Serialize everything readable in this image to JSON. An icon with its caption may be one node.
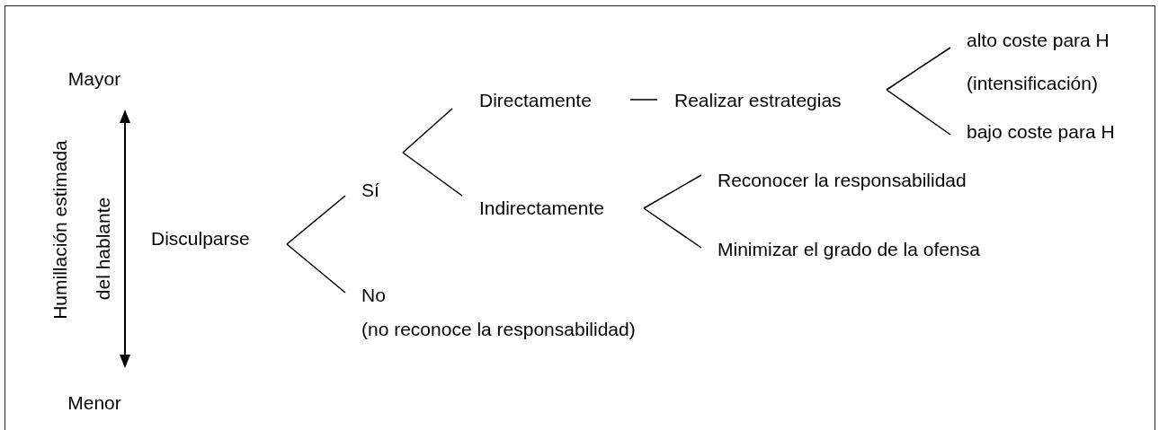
{
  "diagram": {
    "nodes": [
      {
        "text": [
          "Disculparse"
        ]
      },
      {
        "text": [
          "Sí"
        ]
      },
      {
        "text": [
          "No",
          "(no reconoce la responsabilidad)"
        ]
      },
      {
        "text": [
          "Directamente"
        ]
      },
      {
        "text": [
          "Indirectamente"
        ]
      },
      {
        "text": [
          "Realizar estrategias"
        ]
      },
      {
        "text": [
          "alto coste para H (intensificación)"
        ]
      },
      {
        "text": [
          "bajo coste para H"
        ]
      },
      {
        "text": [
          "Reconocer la responsabilidad"
        ]
      },
      {
        "text": [
          "Minimizar el grado de la ofensa"
        ]
      }
    ],
    "edges": [
      {
        "from": 0,
        "to": 1,
        "arrow": "none"
      },
      {
        "from": 0,
        "to": 2,
        "arrow": "none"
      },
      {
        "from": 1,
        "to": 3,
        "arrow": "none"
      },
      {
        "from": 1,
        "to": 4,
        "arrow": "none"
      },
      {
        "from": 3,
        "to": 5,
        "arrow": "none"
      },
      {
        "from": 5,
        "to": 6,
        "arrow": "none"
      },
      {
        "from": 5,
        "to": 7,
        "arrow": "none"
      },
      {
        "from": 4,
        "to": 8,
        "arrow": "none"
      },
      {
        "from": 4,
        "to": 9,
        "arrow": "none"
      }
    ],
    "labels": [
      "Mayor",
      "Humillación estimada",
      "del hablante",
      "Menor"
    ]
  }
}
